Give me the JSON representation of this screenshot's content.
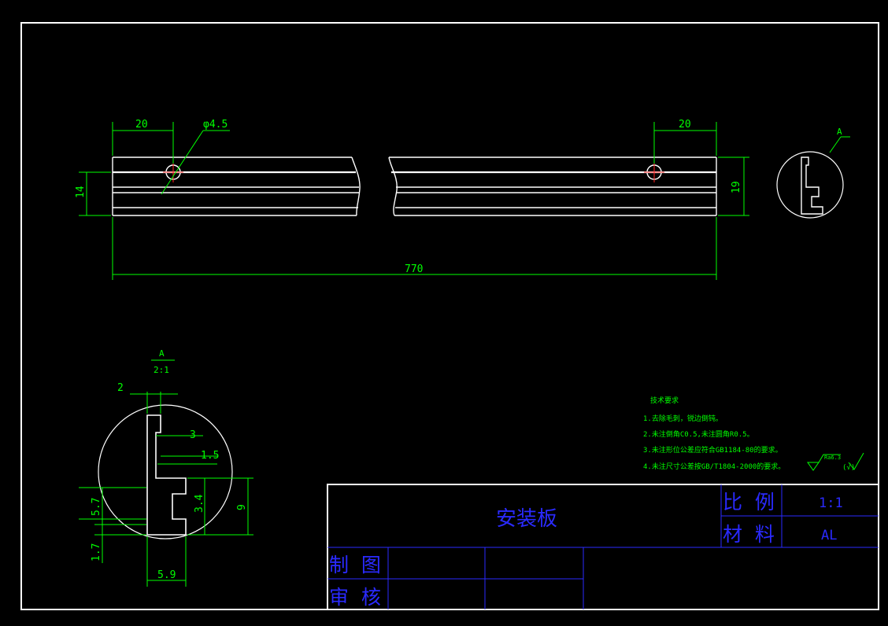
{
  "dims_main": {
    "left_hole_offset": "20",
    "hole_diameter": "φ4.5",
    "right_hole_offset": "20",
    "left_height": "14",
    "right_height": "19",
    "overall_length": "770"
  },
  "section_view": {
    "label_top": "A",
    "label_scale": "2:1",
    "callout_label": "A",
    "dims": {
      "d2": "2",
      "d3": "3",
      "d1_5": "1.5",
      "d5_7": "5.7",
      "d3_4": "3.4",
      "d9": "9",
      "d1_7": "1.7",
      "d5_9": "5.9"
    }
  },
  "tech_notes": {
    "title": "技术要求",
    "items": [
      "1.去除毛刺，锐边倒钝。",
      "2.未注倒角C0.5,未注圆角R0.5。",
      "3.未注形位公差应符合GB1184-80的要求。",
      "4.未注尺寸公差按GB/T1804-2000的要求。"
    ],
    "roughness": "Ra6.3",
    "roughness_paren": "(√)"
  },
  "title_block": {
    "part_name": "安装板",
    "scale_label": "比  例",
    "scale_value": "1:1",
    "material_label": "材  料",
    "material_value": "AL",
    "drawn_label": "制  图",
    "checked_label": "审  核"
  },
  "colors": {
    "background": "#000000",
    "outline": "#ffffff",
    "dimension": "#00ff00",
    "titleblock": "#2a2aff",
    "centerline": "#ff2020"
  }
}
